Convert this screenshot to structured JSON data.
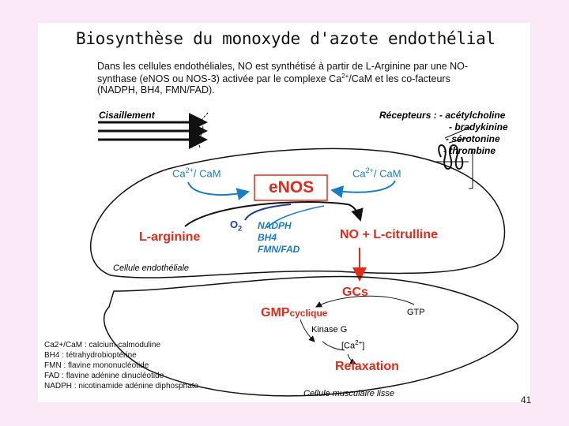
{
  "title": "Biosynthèse du monoxyde d'azote endothélial",
  "intro": {
    "line1": "Dans les cellules endothéliales, NO est synthétisé à partir de L-Arginine par une NO-",
    "line2": "synthase (eNOS ou NOS-3) activée par le complexe Ca",
    "line2_sup": "2+",
    "line2_end": "/CaM et les co-facteurs",
    "line3": "(NADPH, BH4, FMN/FAD)."
  },
  "diagram": {
    "shear": "Cisaillement",
    "receptors_title": "Récepteurs : - acétylcholine",
    "receptors": [
      "- bradykinine",
      "-  sérotonine",
      "-  thrombine"
    ],
    "ca_cam_left": "Ca",
    "ca_cam_left_sup": "2+",
    "ca_cam_left_end": "/ CaM",
    "ca_cam_right": "Ca",
    "ca_cam_right_sup": "2+",
    "ca_cam_right_end": "/ CaM",
    "enos": "eNOS",
    "o2": "O",
    "o2_sub": "2",
    "cofactors": [
      "NADPH",
      "BH4",
      "FMN/FAD"
    ],
    "l_arginine": "L-arginine",
    "no_citrulline": "NO + L-citrulline",
    "endothelial_cell": "Cellule endothéliale",
    "gcs": "GCs",
    "gmpc": "GMP",
    "gmpc_small": "cyclique",
    "gtp": "GTP",
    "kinase": "Kinase G",
    "ca_bracket": "[Ca",
    "ca_bracket_sup": "2+",
    "ca_bracket_end": "]",
    "relaxation": "Relaxation",
    "smooth_muscle": "Cellule musculaire lisse"
  },
  "legend": [
    "Ca2+/CaM : calcium-calmoduline",
    "BH4 : tétrahydrobioptérine",
    "FMN : flavine mononucléotide",
    "FAD : flavine adénine dinucléotide",
    "NADPH : nicotinamide adénine diphosphate"
  ],
  "page_number": "41",
  "colors": {
    "background": "#fbe9f7",
    "accent_red": "#e52a1a",
    "accent_blue": "#1a7cc4"
  }
}
